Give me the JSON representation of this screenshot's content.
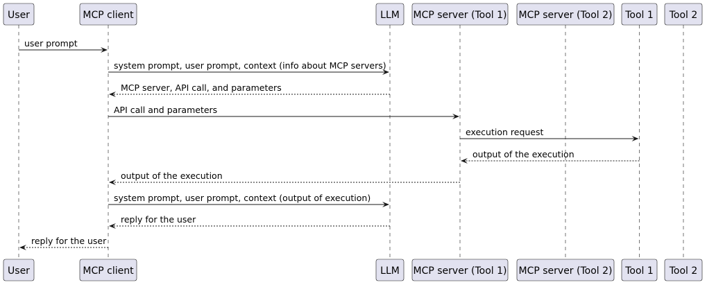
{
  "participants": [
    {
      "id": "user",
      "label": "User"
    },
    {
      "id": "mcp_client",
      "label": "MCP client"
    },
    {
      "id": "llm",
      "label": "LLM"
    },
    {
      "id": "mcp_server_1",
      "label": "MCP server (Tool 1)"
    },
    {
      "id": "mcp_server_2",
      "label": "MCP server (Tool 2)"
    },
    {
      "id": "tool1",
      "label": "Tool 1"
    },
    {
      "id": "tool2",
      "label": "Tool 2"
    }
  ],
  "messages": [
    {
      "from": "user",
      "to": "mcp_client",
      "label": "user prompt",
      "style": "solid"
    },
    {
      "from": "mcp_client",
      "to": "llm",
      "label": "system prompt, user prompt, context (info about MCP servers)",
      "style": "solid"
    },
    {
      "from": "llm",
      "to": "mcp_client",
      "label": "MCP server, API call, and parameters",
      "style": "dashed"
    },
    {
      "from": "mcp_client",
      "to": "mcp_server_1",
      "label": "API call and parameters",
      "style": "solid"
    },
    {
      "from": "mcp_server_1",
      "to": "tool1",
      "label": "execution request",
      "style": "solid"
    },
    {
      "from": "tool1",
      "to": "mcp_server_1",
      "label": "output of the execution",
      "style": "dashed"
    },
    {
      "from": "mcp_server_1",
      "to": "mcp_client",
      "label": "output of the execution",
      "style": "dashed"
    },
    {
      "from": "mcp_client",
      "to": "llm",
      "label": "system prompt, user prompt, context (output of execution)",
      "style": "solid"
    },
    {
      "from": "llm",
      "to": "mcp_client",
      "label": "reply for the user",
      "style": "dashed"
    },
    {
      "from": "mcp_client",
      "to": "user",
      "label": "reply for the user",
      "style": "dashed"
    }
  ]
}
